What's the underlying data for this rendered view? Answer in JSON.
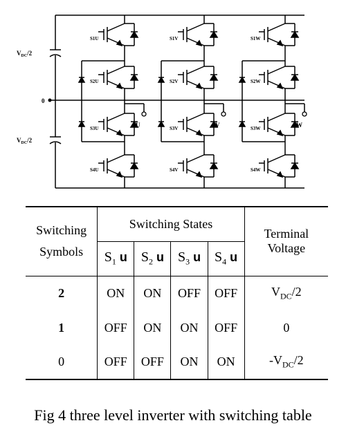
{
  "diagram": {
    "vdc_top": "V",
    "vdc_top_sub": "DC",
    "vdc_top_den": "/2",
    "vdc_bot": "V",
    "vdc_bot_sub": "DC",
    "vdc_bot_den": "/2",
    "neutral_label": "0",
    "phases": [
      {
        "s1": "S1U",
        "s2": "S2U",
        "s3": "S3U",
        "s4": "S4U",
        "out": "U"
      },
      {
        "s1": "S1V",
        "s2": "S2V",
        "s3": "S3V",
        "s4": "S4V",
        "out": "V"
      },
      {
        "s1": "S1W",
        "s2": "S2W",
        "s3": "S3W",
        "s4": "S4W",
        "out": "W"
      }
    ]
  },
  "table": {
    "col_symbols_line1": "Switching",
    "col_symbols_line2": "Symbols",
    "col_states": "Switching States",
    "col_terminal": "Terminal Voltage",
    "switch_headers": [
      {
        "s": "S",
        "n": "1",
        "u": "u"
      },
      {
        "s": "S",
        "n": "2",
        "u": "u"
      },
      {
        "s": "S",
        "n": "3",
        "u": "u"
      },
      {
        "s": "S",
        "n": "4",
        "u": "u"
      }
    ],
    "rows": [
      {
        "symbol": "2",
        "states": [
          "ON",
          "ON",
          "OFF",
          "OFF"
        ],
        "v_prefix": "V",
        "v_sub": "DC",
        "v_suffix": "/2"
      },
      {
        "symbol": "1",
        "states": [
          "OFF",
          "ON",
          "ON",
          "OFF"
        ],
        "v_prefix": "0",
        "v_sub": "",
        "v_suffix": ""
      },
      {
        "symbol": "0",
        "states": [
          "OFF",
          "OFF",
          "ON",
          "ON"
        ],
        "v_prefix": "-V",
        "v_sub": "DC",
        "v_suffix": "/2"
      }
    ]
  },
  "caption": "Fig 4 three level inverter with switching table"
}
